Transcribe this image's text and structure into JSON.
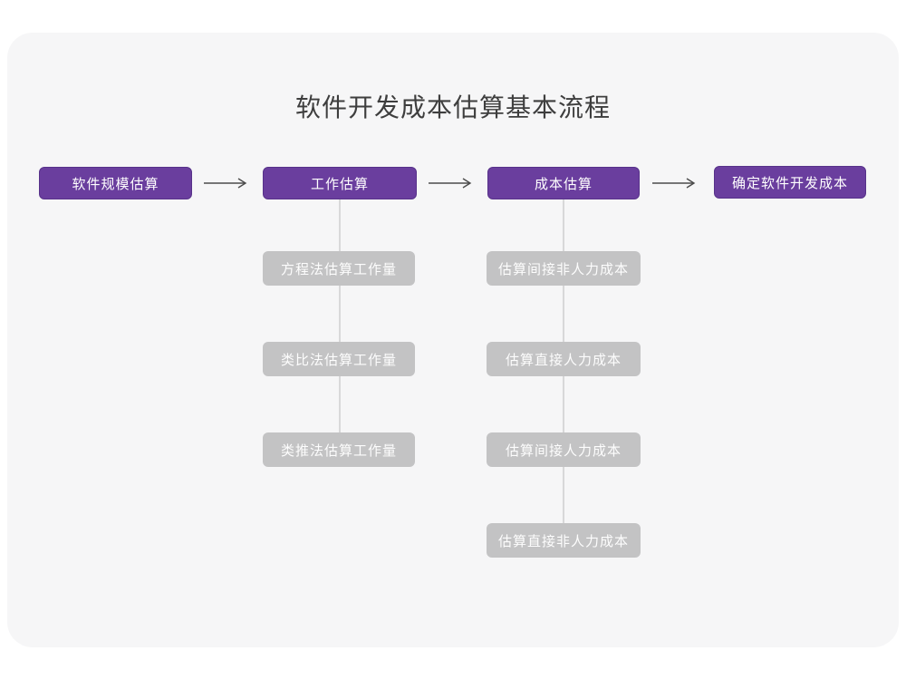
{
  "title": "软件开发成本估算基本流程",
  "flow": {
    "main_steps": [
      {
        "label": "软件规模估算"
      },
      {
        "label": "工作估算"
      },
      {
        "label": "成本估算"
      },
      {
        "label": "确定软件开发成本"
      }
    ],
    "work_estimation_methods": [
      {
        "label": "方程法估算工作量"
      },
      {
        "label": "类比法估算工作量"
      },
      {
        "label": "类推法估算工作量"
      }
    ],
    "cost_estimation_steps": [
      {
        "label": "估算间接非人力成本"
      },
      {
        "label": "估算直接人力成本"
      },
      {
        "label": "估算间接人力成本"
      },
      {
        "label": "估算直接非人力成本"
      }
    ]
  },
  "colors": {
    "primary_purple": "#6a3e9e",
    "purple_border": "#57328a",
    "gray_node": "#c3c3c4",
    "connector_line": "#d8d8d9",
    "arrow": "#4b4b4b",
    "card_background": "#f6f6f7",
    "page_background": "#ffffff",
    "title_text": "#3e3e3e"
  }
}
